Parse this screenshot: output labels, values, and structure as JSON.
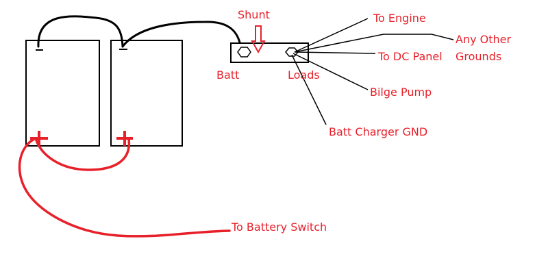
{
  "colors": {
    "ink": "#000000",
    "label": "#e8202a",
    "background": "#ffffff"
  },
  "battery_1": {
    "negative": "−",
    "positive": "+"
  },
  "battery_2": {
    "negative": "−",
    "positive": "+"
  },
  "labels": {
    "shunt": "Shunt",
    "batt": "Batt",
    "loads": "Loads",
    "to_engine": "To Engine",
    "any_other": "Any Other",
    "grounds": "Grounds",
    "to_dc_panel": "To DC Panel",
    "bilge_pump": "Bilge Pump",
    "batt_charger_gnd": "Batt Charger GND",
    "to_battery_switch": "To Battery Switch"
  }
}
